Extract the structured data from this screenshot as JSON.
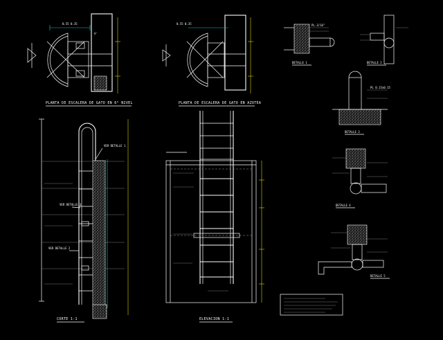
{
  "drawing": {
    "titles": {
      "plan_top": "PLANTA DE ESCALERA DE GATO EN 6° NIVEL",
      "plan_roof": "PLANTA DE ESCALERA DE GATO EN AZOTEA",
      "section": "CORTE  1-1",
      "elevation": "ELEVACION  1-1",
      "detail_1": "DETALLE  1",
      "detail_2": "DETALLE  2",
      "detail_3": "DETALLE  3",
      "detail_4": "DETALLE  4",
      "detail_5": "DETALLE  5"
    },
    "section_labels": [
      "VER DETALLE 1",
      "VER DETALLE 3",
      "VER DETALLE 2"
    ],
    "colors": {
      "background": "#000000",
      "lines": "#ffffff",
      "concrete": "#7a7a7a",
      "accent_yellow": "#d8d800",
      "accent_cyan": "#00d0d0"
    }
  }
}
